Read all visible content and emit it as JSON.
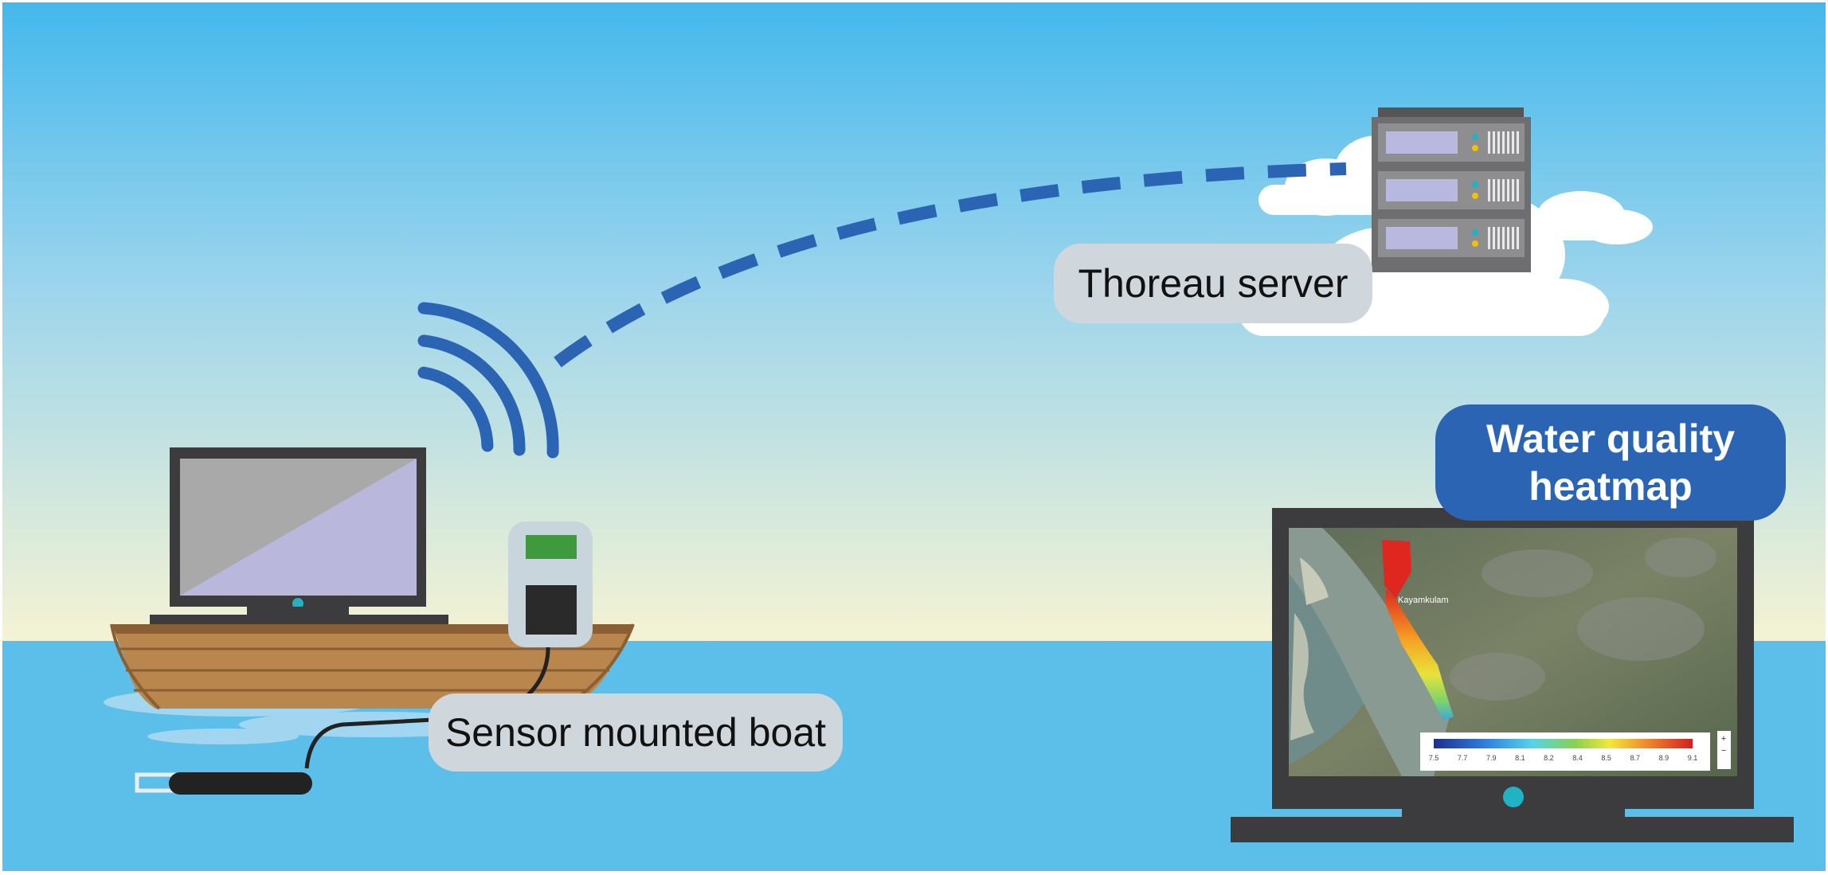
{
  "labels": {
    "server": "Thoreau server",
    "boat": "Sensor mounted boat",
    "heatmap_line1": "Water quality",
    "heatmap_line2": "heatmap"
  },
  "heatmap_legend": {
    "ticks": [
      "7.5",
      "7.7",
      "7.9",
      "8.1",
      "8.2",
      "8.4",
      "8.5",
      "8.7",
      "8.9",
      "9.1"
    ]
  },
  "colors": {
    "sky_top": "#44b8ec",
    "sky_bottom": "#f5f3d3",
    "sea": "#5bbfe9",
    "signal_blue": "#2a64b2",
    "label_grey": "#cfd6dc",
    "device_dark": "#3c3c3e",
    "boat_wood": "#b9874d"
  },
  "icons": [
    "wifi-signal-icon",
    "server-rack-icon",
    "cloud-icon",
    "laptop-icon",
    "sensor-probe-icon",
    "handheld-meter-icon"
  ]
}
